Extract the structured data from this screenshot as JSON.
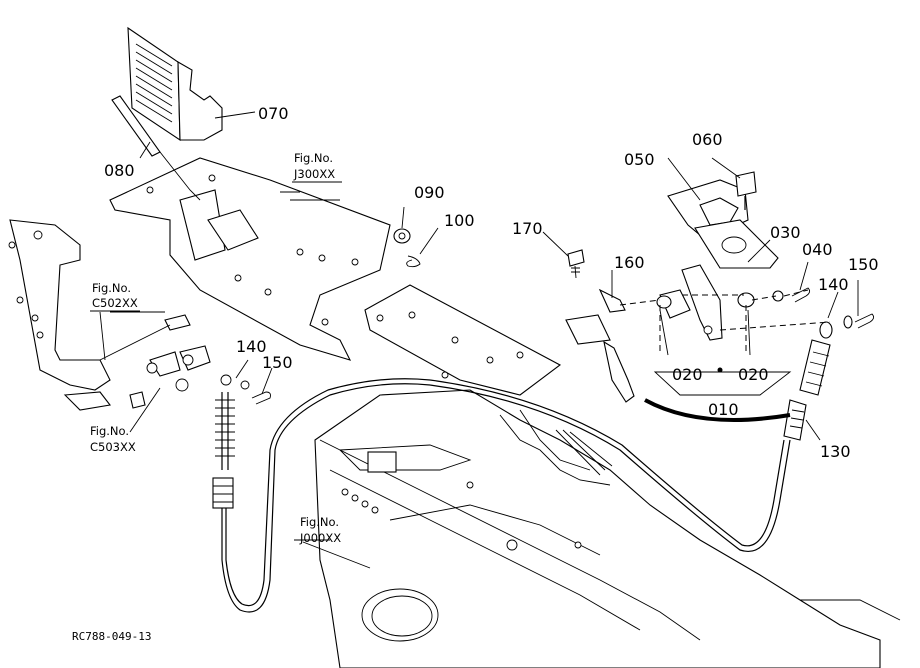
{
  "drawing_code": "RC788-049-13",
  "part_numbers": {
    "p010": "010",
    "p020a": "020",
    "p020b": "020",
    "p030": "030",
    "p040": "040",
    "p050": "050",
    "p060": "060",
    "p070": "070",
    "p080": "080",
    "p090": "090",
    "p100": "100",
    "p130": "130",
    "p140a": "140",
    "p140b": "140",
    "p150a": "150",
    "p150b": "150",
    "p160": "160",
    "p170": "170"
  },
  "figure_refs": {
    "fig_prefix": "Fig.No.",
    "j300": "J300XX",
    "c502": "C502XX",
    "c503": "C503XX",
    "j000": "J000XX"
  }
}
